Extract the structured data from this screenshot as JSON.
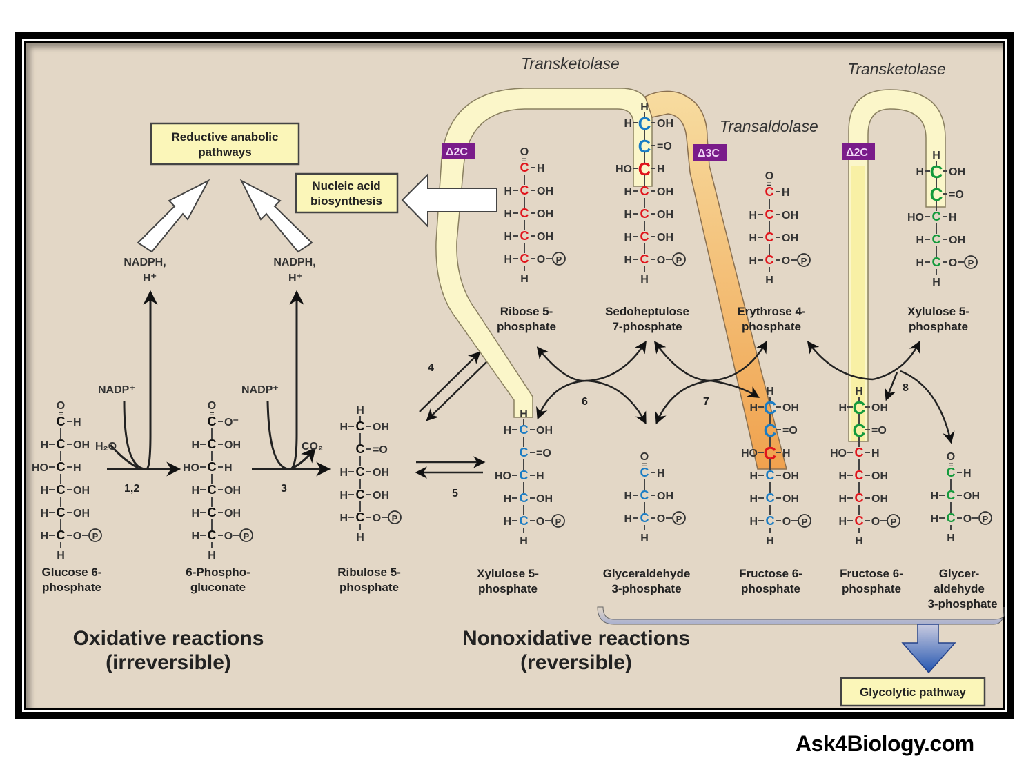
{
  "enzymes": {
    "transketolase_1": "Transketolase",
    "transketolase_2": "Transketolase",
    "transaldolase": "Transaldolase"
  },
  "tags": {
    "delta2c_1": "Δ2C",
    "delta3c": "Δ3C",
    "delta2c_2": "Δ2C"
  },
  "boxes": {
    "reductive_line1": "Reductive anabolic",
    "reductive_line2": "pathways",
    "nucleic_line1": "Nucleic acid",
    "nucleic_line2": "biosynthesis",
    "glycolytic": "Glycolytic pathway"
  },
  "cofactors": {
    "nadph_1_line1": "NADPH,",
    "nadph_1_line2": "H⁺",
    "nadph_2_line1": "NADPH,",
    "nadph_2_line2": "H⁺",
    "nadp_1": "NADP⁺",
    "nadp_2": "NADP⁺",
    "h2o": "H₂O",
    "co2": "CO₂"
  },
  "reactions": {
    "r12": "1,2",
    "r3": "3",
    "r4": "4",
    "r5": "5",
    "r6": "6",
    "r7": "7",
    "r8": "8"
  },
  "molecules": {
    "glucose6p": {
      "line1": "Glucose 6-",
      "line2": "phosphate"
    },
    "phosphogluconate": {
      "line1": "6-Phospho-",
      "line2": "gluconate"
    },
    "ribulose5p": {
      "line1": "Ribulose 5-",
      "line2": "phosphate"
    },
    "xylulose5p_a": {
      "line1": "Xylulose 5-",
      "line2": "phosphate"
    },
    "glyceraldehyde3p_a": {
      "line1": "Glyceraldehyde",
      "line2": "3-phosphate"
    },
    "fructose6p_a": {
      "line1": "Fructose 6-",
      "line2": "phosphate"
    },
    "fructose6p_b": {
      "line1": "Fructose 6-",
      "line2": "phosphate"
    },
    "glyceraldehyde3p_b": {
      "line1": "Glycer-",
      "line2": "aldehyde",
      "line3": "3-phosphate"
    },
    "ribose5p": {
      "line1": "Ribose 5-",
      "line2": "phosphate"
    },
    "sedoheptulose7p": {
      "line1": "Sedoheptulose",
      "line2": "7-phosphate"
    },
    "erythrose4p": {
      "line1": "Erythrose 4-",
      "line2": "phosphate"
    },
    "xylulose5p_b": {
      "line1": "Xylulose 5-",
      "line2": "phosphate"
    }
  },
  "sections": {
    "oxidative_line1": "Oxidative reactions",
    "oxidative_line2": "(irreversible)",
    "nonoxidative_line1": "Nonoxidative reactions",
    "nonoxidative_line2": "(reversible)"
  },
  "colors": {
    "background": "#e3d7c6",
    "carbon_black": "#111111",
    "carbon_red": "#e0141c",
    "carbon_blue": "#1a7cc4",
    "carbon_green": "#149a3c",
    "ribbon_yellow": "#fbf6c9",
    "ribbon_orange": "#f3b462",
    "tag_purple": "#7a1c8a",
    "label_box": "#fbf6b9",
    "glycolytic_arrow": "#2e63b8"
  },
  "watermark": "Ask4Biology.com"
}
